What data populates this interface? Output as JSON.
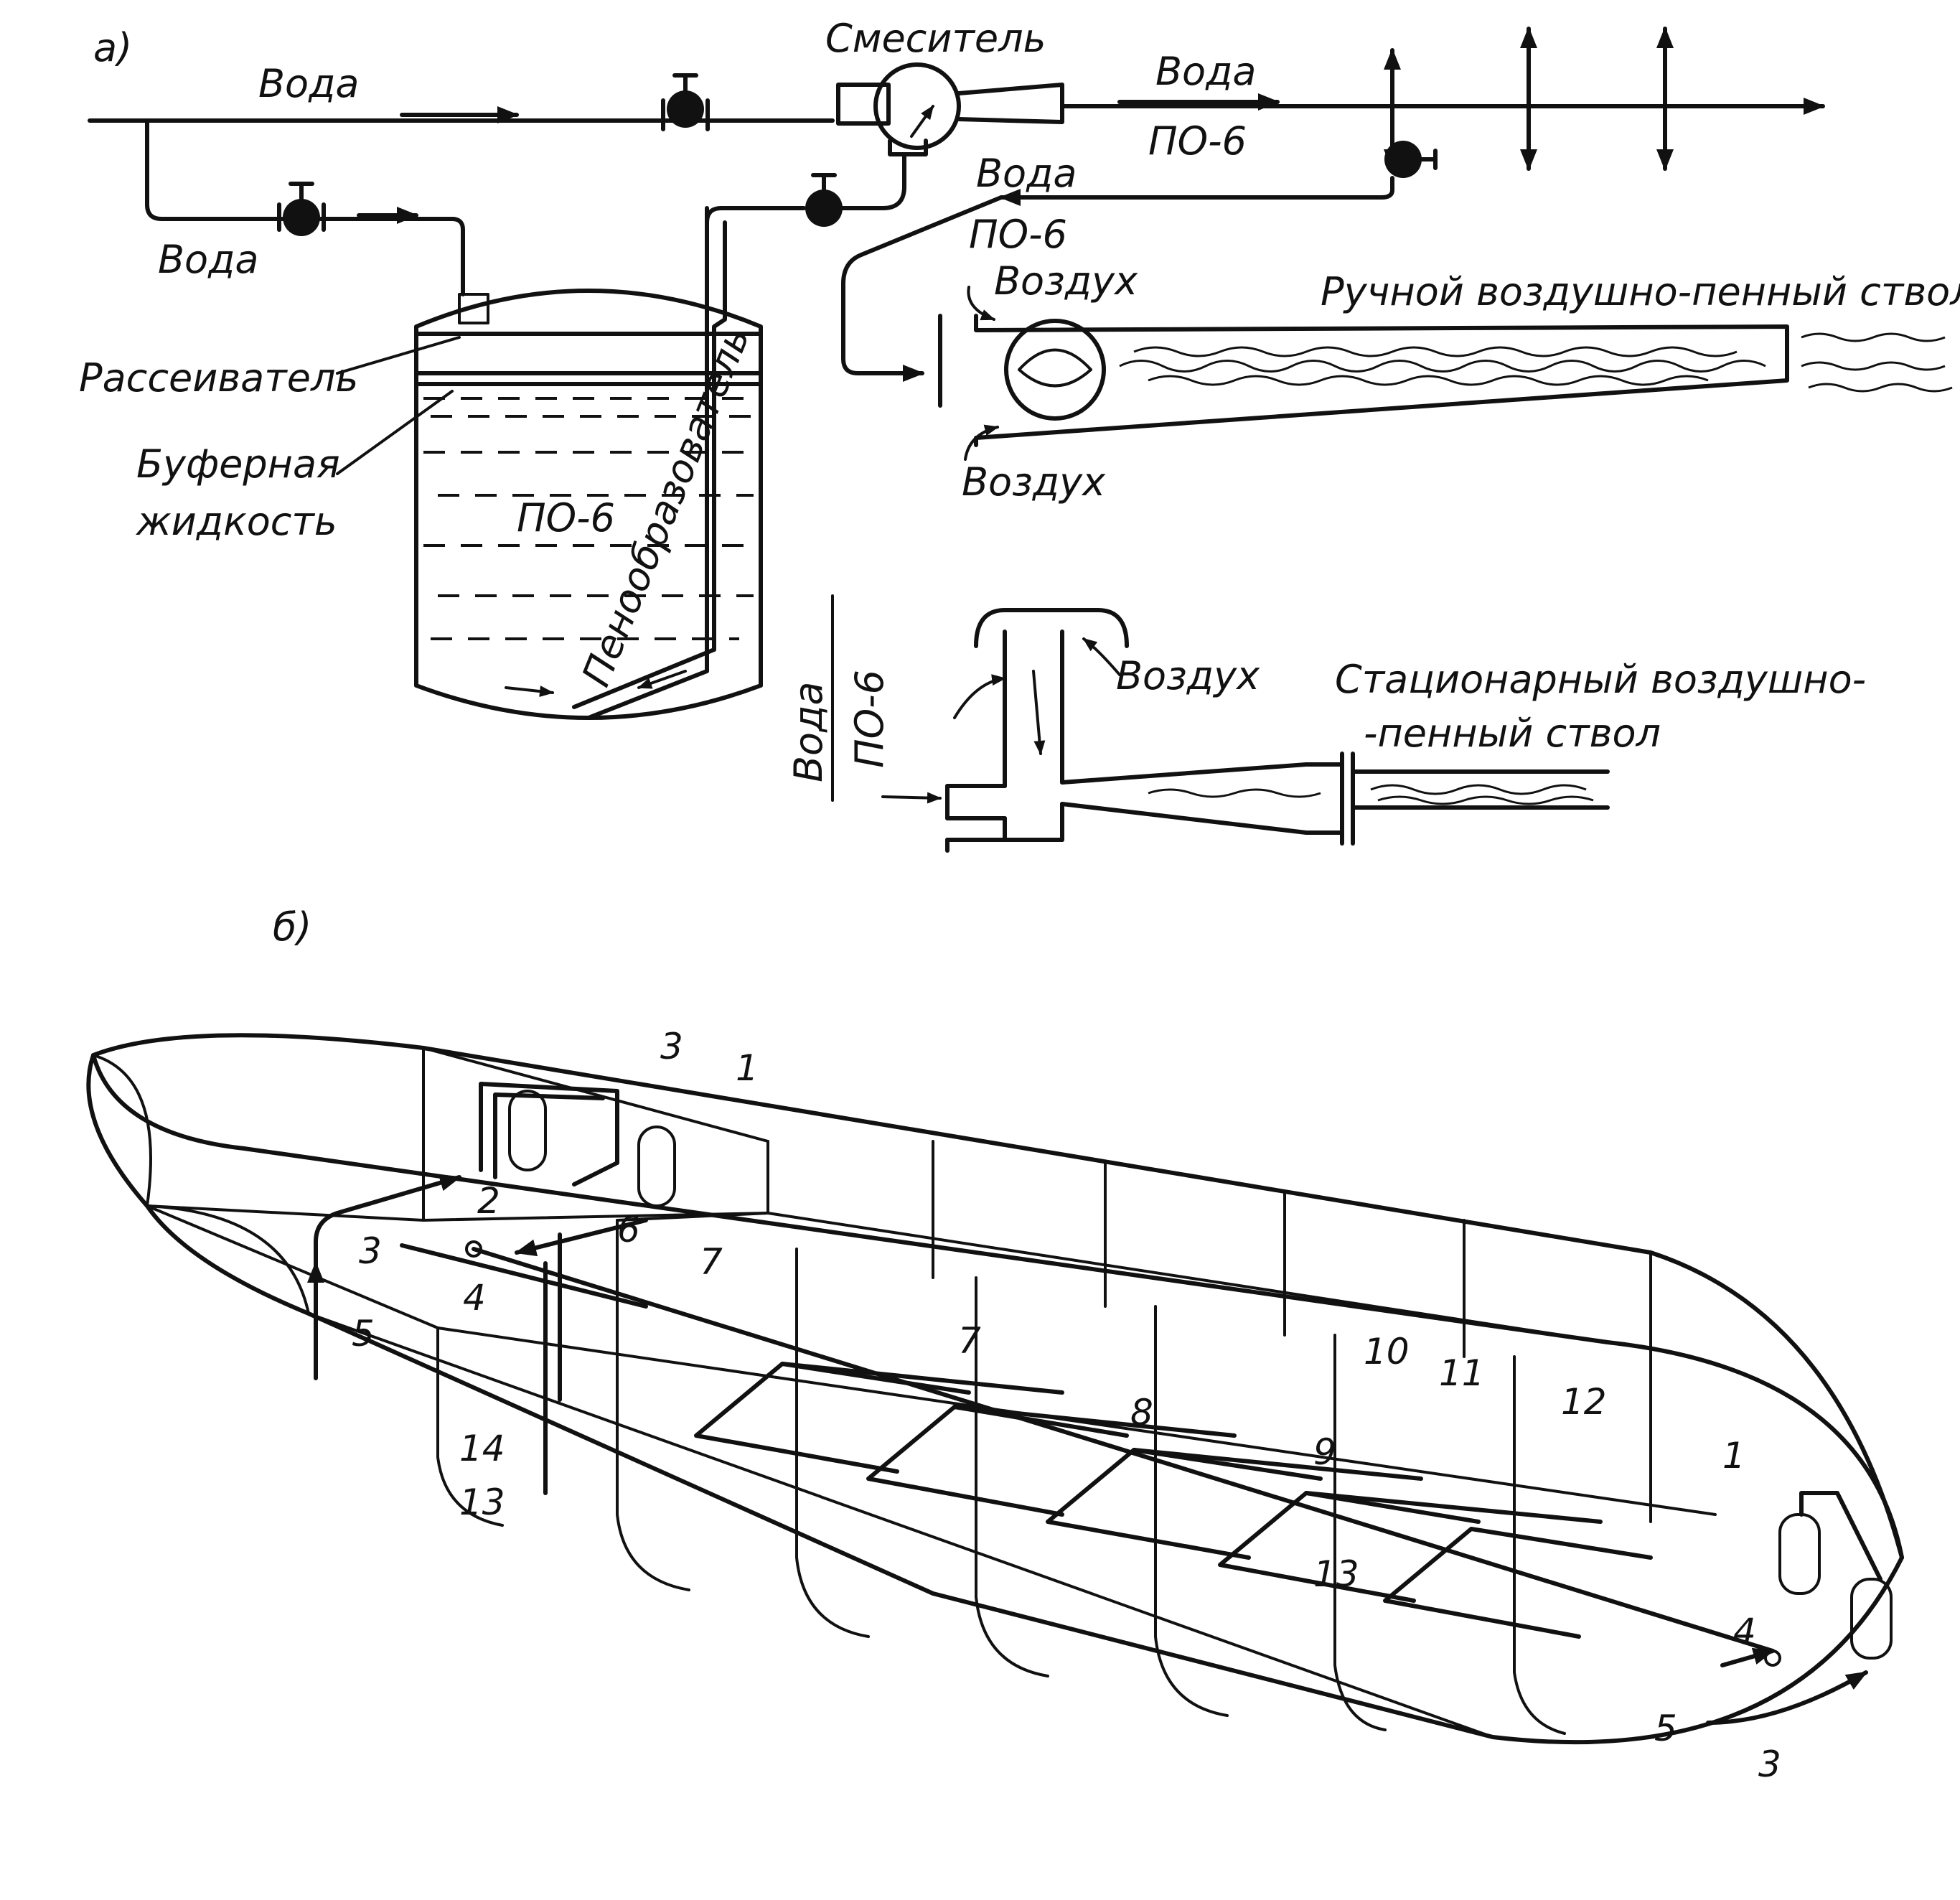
{
  "part_a": {
    "panel_label": "а)",
    "water_inlet": "Вода",
    "water_branch": "Вода",
    "mixer": "Смеситель",
    "water_out": "Вода",
    "po6_out": "ПО-6",
    "water_return": "Вода",
    "po6_return": "ПО-6",
    "spreader": "Рассеиватель",
    "buffer_line1": "Буферная",
    "buffer_line2": "жидкость",
    "tank_po6": "ПО-6",
    "foam_agent": "Пенообразователь",
    "air_top": "Воздух",
    "air_bottom": "Воздух",
    "manual_nozzle": "Ручной воздушно-пенный ствол",
    "fixed_water": "Вода",
    "fixed_po6": "ПО-6",
    "air_fixed": "Воздух",
    "fixed_nozzle_line1": "Стационарный воздушно-",
    "fixed_nozzle_line2": "-пенный ствол"
  },
  "part_b": {
    "panel_label": "б)",
    "callouts": {
      "n1_top": "1",
      "n2": "2",
      "n3_top": "3",
      "n3_left": "3",
      "n4_left": "4",
      "n5_left": "5",
      "n6": "6",
      "n7a": "7",
      "n7b": "7",
      "n8": "8",
      "n9": "9",
      "n10": "10",
      "n11": "11",
      "n12": "12",
      "n13a": "13",
      "n13b": "13",
      "n14": "14",
      "n1_right": "1",
      "n4_right": "4",
      "n5_right": "5",
      "n3_right": "3"
    }
  }
}
